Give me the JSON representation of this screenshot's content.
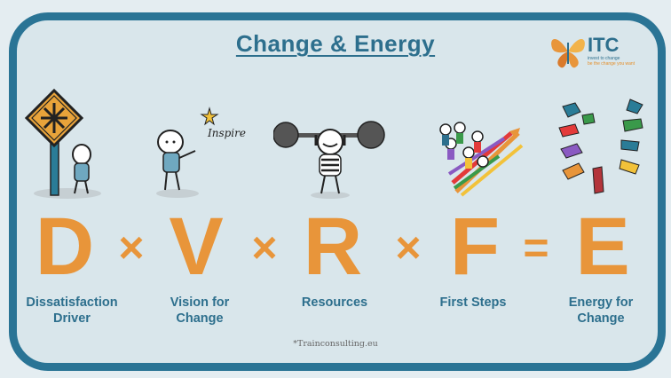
{
  "title": "Change & Energy",
  "logo": {
    "text": "ITC",
    "tagline1": "invest to change",
    "tagline2": "be the change you want"
  },
  "illustrations": [
    {
      "icon": "signpost-figure-icon",
      "label": ""
    },
    {
      "icon": "inspire-figure-icon",
      "label": "Inspire"
    },
    {
      "icon": "weightlifter-figure-icon",
      "label": ""
    },
    {
      "icon": "running-arrows-icon",
      "label": ""
    },
    {
      "icon": "raised-hands-icon",
      "label": ""
    }
  ],
  "formula": {
    "letters": [
      "D",
      "V",
      "R",
      "F",
      "E"
    ],
    "operators": [
      "×",
      "×",
      "×",
      "="
    ]
  },
  "labels": [
    {
      "line1": "Dissatisfaction",
      "line2": "Driver"
    },
    {
      "line1": "Vision for",
      "line2": "Change"
    },
    {
      "line1": "Resources",
      "line2": ""
    },
    {
      "line1": "First Steps",
      "line2": ""
    },
    {
      "line1": "Energy for",
      "line2": "Change"
    }
  ],
  "credit": "*Trainconsulting.eu",
  "colors": {
    "accent": "#e8953a",
    "primary": "#2d6f8d",
    "frame": "#2a7495"
  }
}
